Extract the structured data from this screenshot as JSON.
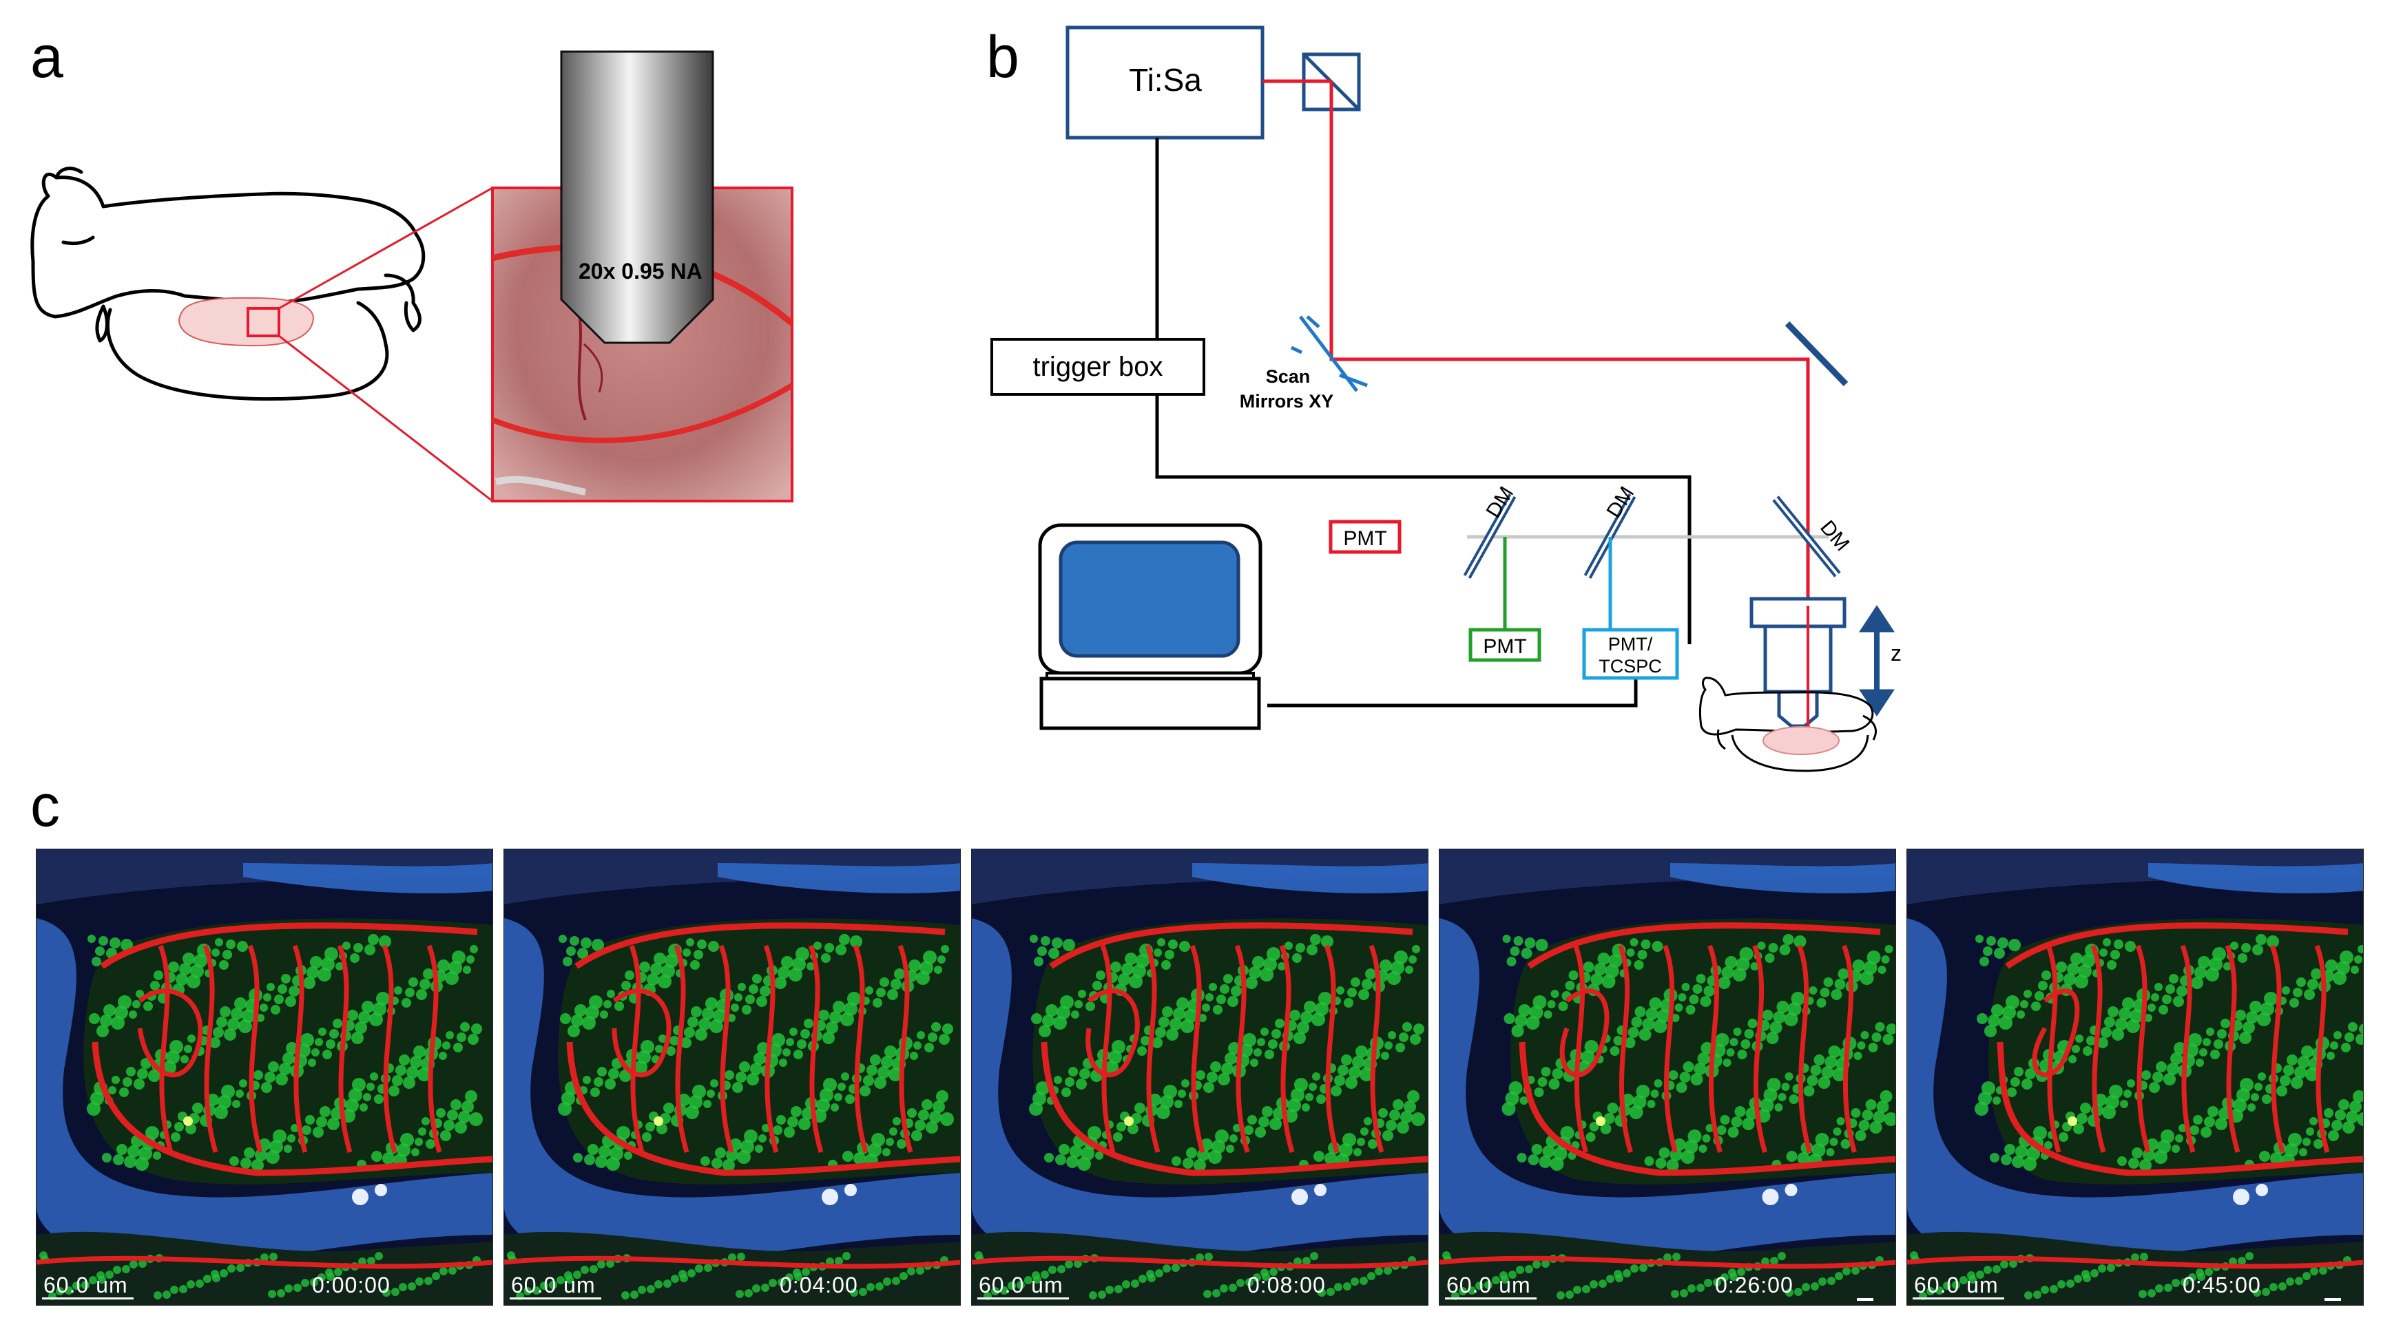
{
  "panel_labels": {
    "a": "a",
    "b": "b",
    "c": "c"
  },
  "panel_a": {
    "objective_label": "20x 0.95 NA"
  },
  "panel_b": {
    "laser": "Ti:Sa",
    "trigger": "trigger box",
    "scan_line1": "Scan",
    "scan_line2": "Mirrors XY",
    "dm": "DM",
    "pmt_red": "PMT",
    "pmt_green": "PMT",
    "pmt_cyan_line1": "PMT/",
    "pmt_cyan_line2": "TCSPC",
    "z": "z"
  },
  "panel_c": {
    "frames": [
      {
        "scale": "60.0 um",
        "time": "0:00:00"
      },
      {
        "scale": "60.0 um",
        "time": "0:04:00"
      },
      {
        "scale": "60.0 um",
        "time": "0:08:00"
      },
      {
        "scale": "60.0 um",
        "time": "0:26:00"
      },
      {
        "scale": "60.0 um",
        "time": "0:45:00"
      }
    ]
  },
  "colors": {
    "laser_beam": "#e8192c",
    "optics_blue": "#1f4e8a",
    "green_path": "#22a12a",
    "cyan_path": "#1aa3e0",
    "monitor_screen": "#2e74c0",
    "tissue": "#f6cfd0"
  }
}
